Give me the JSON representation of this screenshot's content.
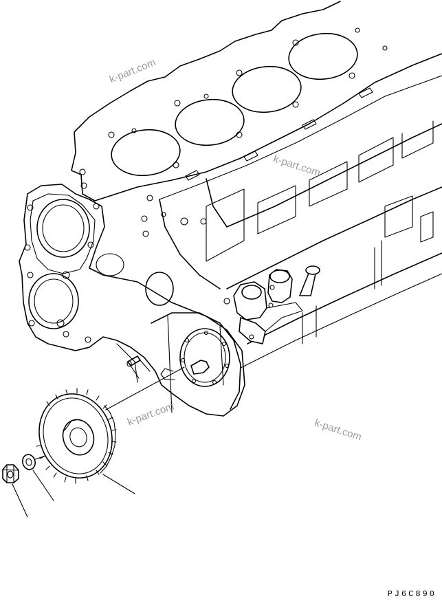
{
  "watermarks": [
    "k-part.com",
    "k-part.com",
    "k-part.com",
    "k-part.com"
  ],
  "figure_code": "PJ6C890"
}
